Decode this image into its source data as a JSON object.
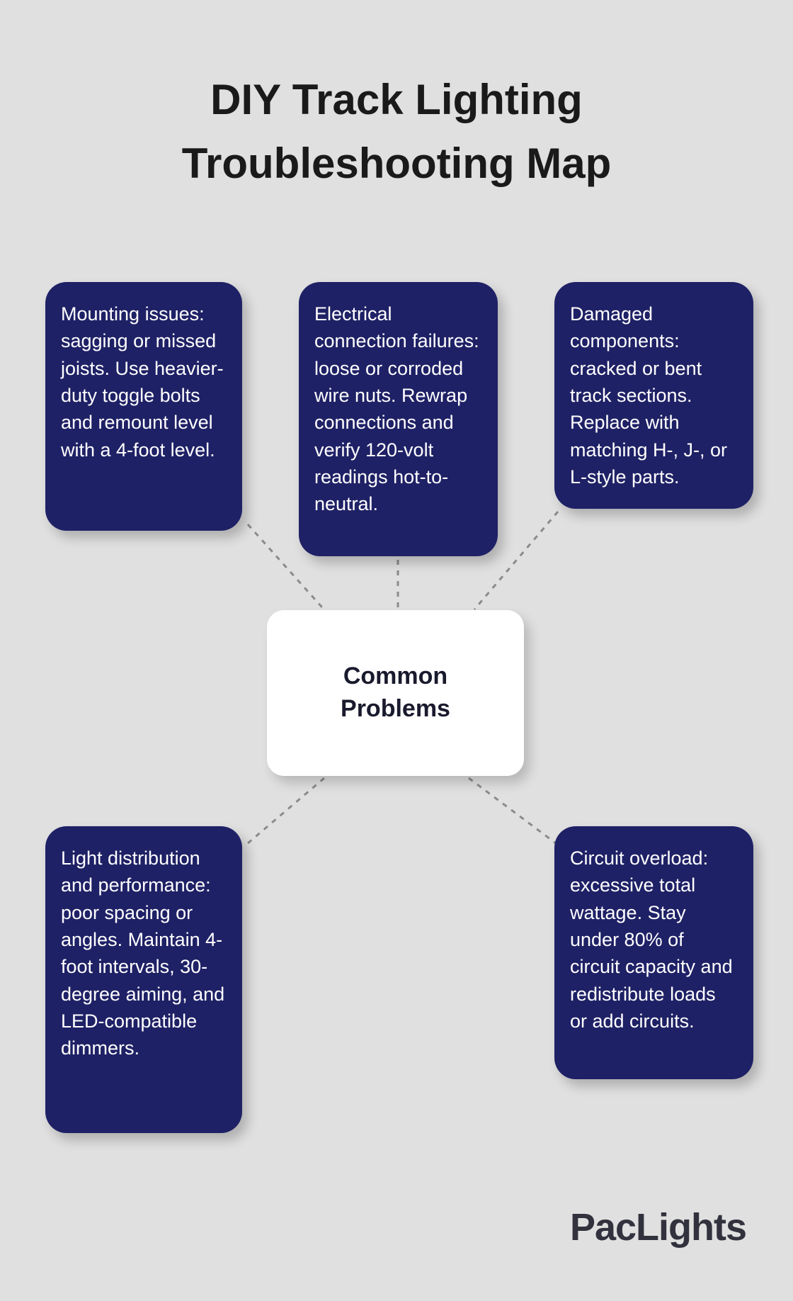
{
  "title_line1": "DIY Track Lighting",
  "title_line2": "Troubleshooting Map",
  "center": {
    "label": "Common Problems"
  },
  "nodes": [
    {
      "name": "mounting-issues",
      "text": "Mounting issues: sagging or missed joists. Use heavier-duty toggle bolts and remount level with a 4-foot level."
    },
    {
      "name": "electrical-connection-failures",
      "text": "Electrical connection failures: loose or corroded wire nuts. Rewrap connections and verify 120-volt readings hot-to-neutral."
    },
    {
      "name": "damaged-components",
      "text": "Damaged components: cracked or bent track sections. Replace with matching H-, J-, or L-style parts."
    },
    {
      "name": "light-distribution-and-performance",
      "text": "Light distribution and performance: poor spacing or angles. Maintain 4-foot intervals, 30-degree aiming, and LED-compatible dimmers."
    },
    {
      "name": "circuit-overload",
      "text": "Circuit overload: excessive total wattage. Stay under 80% of circuit capacity and redistribute loads or add circuits."
    }
  ],
  "brand": "PacLights",
  "colors": {
    "background": "#e0e0e0",
    "node": "#1f2166",
    "node_text": "#ffffff",
    "center_bg": "#ffffff",
    "center_text": "#1a1a2e",
    "title": "#1a1a1a",
    "connector": "#8b8b8b",
    "brand": "#32323e"
  }
}
